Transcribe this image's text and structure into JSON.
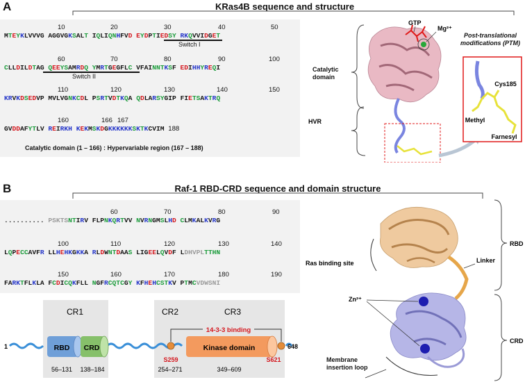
{
  "panelA": {
    "letter": "A",
    "title": "KRas4B sequence and structure",
    "ticks": [
      "10",
      "20",
      "30",
      "40",
      "50",
      "60",
      "70",
      "80",
      "90",
      "100",
      "110",
      "120",
      "130",
      "140",
      "150",
      "160",
      "166",
      "167"
    ],
    "seq_rows": [
      "MTEYKLVVVG AGGVGKSALT IQLIQNHFVD EYDPTIEDSY RKQVVIDGET",
      "CLLDILDTAG QEEYSAMRDQ YMRTGEGFLC VFAINNTKSF EDIHHYREQI",
      "KRVKDSEDVP MVLVGNKCDL PSRTVDTKQA QDLARSYGIP FIETSAKTRQ",
      "GVDDAFYTLV REIRKH KEKMSKDGKKKKKKSKTKCVIM 188"
    ],
    "switch1": "Switch I",
    "switch2": "Switch II",
    "domain_caption": "Catalytic domain (1 – 166) : Hypervariable region (167 – 188)",
    "struct_labels": {
      "gtp": "GTP",
      "mg": "Mg²⁺",
      "catalytic": "Catalytic domain",
      "hvr": "HVR",
      "ptm_title": "Post-translational modifications (PTM)",
      "cys": "Cys185",
      "methyl": "Methyl",
      "farnesyl": "Farnesyl"
    }
  },
  "panelB": {
    "letter": "B",
    "title": "Raf-1 RBD-CRD sequence and domain structure",
    "ticks": [
      "60",
      "70",
      "80",
      "90",
      "100",
      "110",
      "120",
      "130",
      "140",
      "150",
      "160",
      "170",
      "180",
      "190"
    ],
    "seq_rows": [
      ".......... PSKTSNTIRV FLPNKQRTVV NVRNGMSLHD CLMKALKVRG",
      "LQPECCAVFR LLHEHKGKKA RLDWNTDAAS LIGEELQVDF LDHVPLTTHN",
      "FARKTFLKLA FCDICQKFLL NGFRCQTCGY KFHEHCSTKV PTMCVDWSNI"
    ],
    "domains": {
      "cr1": "CR1",
      "cr2": "CR2",
      "cr3": "CR3",
      "rbd": "RBD",
      "crd": "CRD",
      "kinase": "Kinase domain",
      "binding": "14-3-3 binding",
      "s259": "S259",
      "s621": "S621",
      "start": "1",
      "end": "648",
      "r1": "56–131",
      "r2": "138–184",
      "r3": "254–271",
      "r4": "349–609"
    },
    "struct_labels": {
      "rbd": "RBD",
      "crd": "CRD",
      "linker": "Linker",
      "ras_site": "Ras binding site",
      "zn": "Zn²⁺",
      "loop": "Membrane insertion loop"
    }
  },
  "colors": {
    "hydrophobic": "#111111",
    "polar": "#1a9b3a",
    "acidic": "#d4161d",
    "basic": "#2233c8",
    "disordered": "#9a9a9a",
    "rbd_fill": "#6f9fd8",
    "crd_fill": "#86c06a",
    "kinase_fill": "#f39a5e",
    "kras_ribbon": "#e8b4c0",
    "raf_rbd_ribbon": "#efc89a",
    "raf_crd_ribbon": "#b3b3e6"
  }
}
